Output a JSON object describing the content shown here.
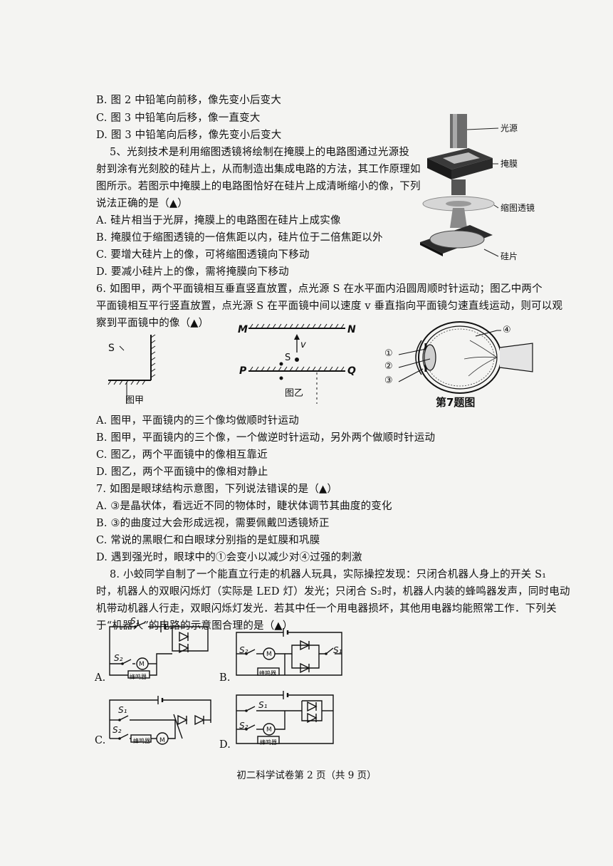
{
  "q4": {
    "optB": "B. 图 2 中铅笔向前移，像先变小后变大",
    "optC": "C. 图 3 中铅笔向后移，像一直变大",
    "optD": "D. 图 3 中铅笔向后移，像先变小后变大"
  },
  "q5": {
    "stem1": "5、光刻技术是利用缩图透镜将绘制在掩膜上的电路图通过光源投",
    "stem2": "射到涂有光刻胶的硅片上，从而制造出集成电路的方法，其工作原理如",
    "stem3": "图所示。若图示中掩膜上的电路图恰好在硅片上成清晰缩小的像，下列",
    "stem4": "说法正确的是（▲）",
    "optA": "A. 硅片相当于光屏，掩膜上的电路图在硅片上成实像",
    "optB": "B. 掩膜位于缩图透镜的一倍焦距以内，硅片位于二倍焦距以外",
    "optC": "C. 要增大硅片上的像，可将缩图透镜向下移动",
    "optD": "D. 要减小硅片上的像，需将掩膜向下移动",
    "fig": {
      "light": "光源",
      "mask": "掩膜",
      "lens": "缩图透镜",
      "wafer": "硅片"
    }
  },
  "q6": {
    "stem1": "6. 如图甲，两个平面镜相互垂直竖直放置，点光源 S 在水平面内沿圆周顺时针运动；图乙中两个",
    "stem2": "平面镜相互平行竖直放置，点光源 S 在平面镜中间以速度 v 垂直指向平面镜匀速直线运动，则可以观",
    "stem3": "察到平面镜中的像（▲）",
    "figA": {
      "s": "S",
      "caption": "图甲"
    },
    "figB": {
      "m": "M",
      "n": "N",
      "p": "P",
      "q": "Q",
      "s": "S",
      "v": "v",
      "caption": "图乙"
    },
    "figEye": {
      "n1": "①",
      "n2": "②",
      "n3": "③",
      "n4": "④",
      "caption": "第7题图"
    },
    "optA": "A. 图甲，平面镜内的三个像均做顺时针运动",
    "optB": "B. 图甲，平面镜内的三个像，一个做逆时针运动，另外两个做顺时针运动",
    "optC": "C. 图乙，两个平面镜中的像相互靠近",
    "optD": "D. 图乙，两个平面镜中的像相对静止"
  },
  "q7": {
    "stem": "7. 如图是眼球结构示意图，下列说法错误的是（▲）",
    "optA": "A. ③是晶状体，看远近不同的物体时，睫状体调节其曲度的变化",
    "optB": "B. ③的曲度过大会形成远视，需要佩戴凹透镜矫正",
    "optC": "C. 常说的黑眼仁和白眼球分别指的是虹膜和巩膜",
    "optD": "D. 遇到强光时，眼球中的①会变小以减少对④过强的刺激"
  },
  "q8": {
    "stem1": "8. 小蛟同学自制了一个能直立行走的机器人玩具，实际操控发现：只闭合机器人身上的开关 S₁",
    "stem2": "时，机器人的双眼闪烁灯（实际是 LED 灯）发光；只闭合 S₂时，机器人内装的蜂鸣器发声，同时电动",
    "stem3": "机带动机器人行走，双眼闪烁灯发光．若其中任一个用电器损坏，其他用电器均能照常工作．下列关",
    "stem4": "于“机器人”的电路的示意图合理的是（▲）",
    "s1": "S₁",
    "s2": "S₂",
    "motor": "M",
    "buzzer": "蜂鸣器",
    "optA": "A.",
    "optB": "B.",
    "optC": "C.",
    "optD": "D."
  },
  "footer": "初二科学试卷第 2 页（共 9 页）"
}
